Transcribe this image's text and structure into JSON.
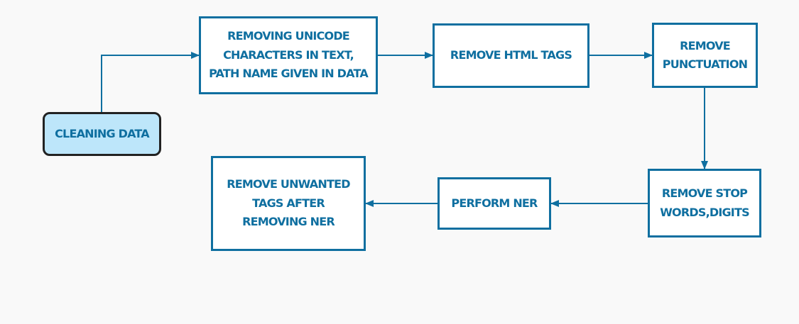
{
  "diagram": {
    "start": {
      "label": "CLEANING DATA"
    },
    "steps": [
      {
        "id": "remove-unicode",
        "label": "REMOVING UNICODE CHARACTERS IN TEXT, PATH NAME GIVEN IN DATA"
      },
      {
        "id": "remove-html",
        "label": "REMOVE HTML TAGS"
      },
      {
        "id": "remove-punctuation",
        "label": "REMOVE PUNCTUATION"
      },
      {
        "id": "remove-stopwords",
        "label": "REMOVE STOP WORDS,DIGITS"
      },
      {
        "id": "perform-ner",
        "label": "PERFORM NER"
      },
      {
        "id": "remove-unwanted-tags",
        "label": "REMOVE UNWANTED TAGS AFTER REMOVING NER"
      }
    ]
  },
  "colors": {
    "stroke": "#0f6fa0",
    "start_fill": "#bde6fa",
    "start_border": "#222222",
    "background": "#f9f9f9"
  }
}
